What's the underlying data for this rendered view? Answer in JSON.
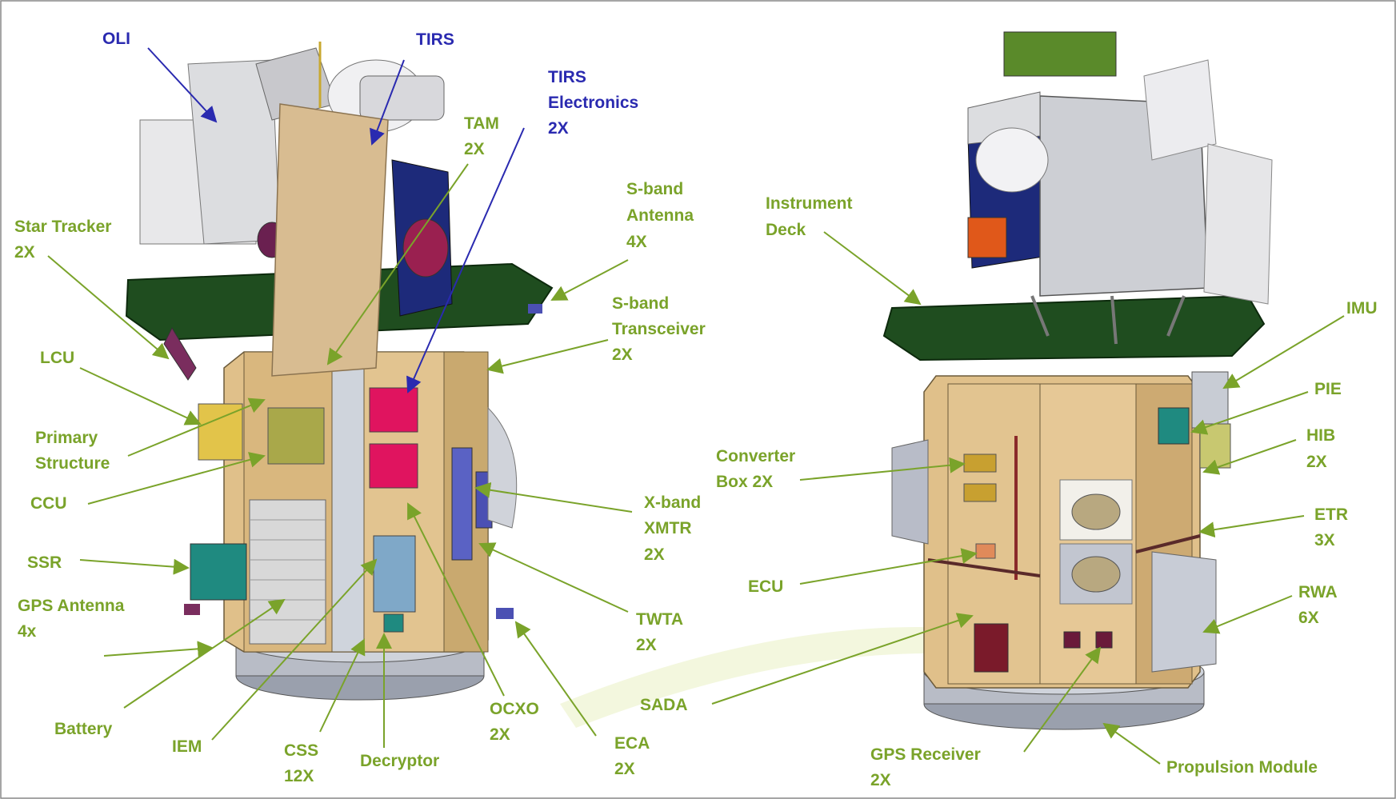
{
  "colors": {
    "label_green": "#7aa32a",
    "label_blue": "#2a2ab0",
    "panel_tan": "#e0c08a",
    "deck_green": "#1f4d1f",
    "box_magenta": "#e0145f",
    "box_teal": "#1f8a80",
    "box_olive": "#a9a84a",
    "propulsion_gray": "#b8bcc6"
  },
  "labels": {
    "oli": "OLI",
    "tirs": "TIRS",
    "tirs_electronics_1": "TIRS",
    "tirs_electronics_2": "Electronics",
    "tirs_electronics_3": "2X",
    "tam_1": "TAM",
    "tam_2": "2X",
    "star_tracker_1": "Star Tracker",
    "star_tracker_2": "2X",
    "sband_antenna_1": "S-band",
    "sband_antenna_2": "Antenna",
    "sband_antenna_3": "4X",
    "sband_transceiver_1": "S-band",
    "sband_transceiver_2": "Transceiver",
    "sband_transceiver_3": "2X",
    "lcu": "LCU",
    "primary_structure_1": "Primary",
    "primary_structure_2": "Structure",
    "ccu": "CCU",
    "ssr": "SSR",
    "gps_antenna_1": "GPS Antenna",
    "gps_antenna_2": "4x",
    "battery": "Battery",
    "iem": "IEM",
    "css_1": "CSS",
    "css_2": "12X",
    "decryptor": "Decryptor",
    "ocxo_1": "OCXO",
    "ocxo_2": "2X",
    "eca_1": "ECA",
    "eca_2": "2X",
    "xband_1": "X-band",
    "xband_2": "XMTR",
    "xband_3": "2X",
    "twta_1": "TWTA",
    "twta_2": "2X",
    "instrument_deck_1": "Instrument",
    "instrument_deck_2": "Deck",
    "imu": "IMU",
    "pie": "PIE",
    "hib_1": "HIB",
    "hib_2": "2X",
    "converter_box_1": "Converter",
    "converter_box_2": "Box 2X",
    "etr_1": "ETR",
    "etr_2": "3X",
    "ecu": "ECU",
    "rwa_1": "RWA",
    "rwa_2": "6X",
    "sada": "SADA",
    "gps_receiver_1": "GPS Receiver",
    "gps_receiver_2": "2X",
    "propulsion_module": "Propulsion Module"
  }
}
